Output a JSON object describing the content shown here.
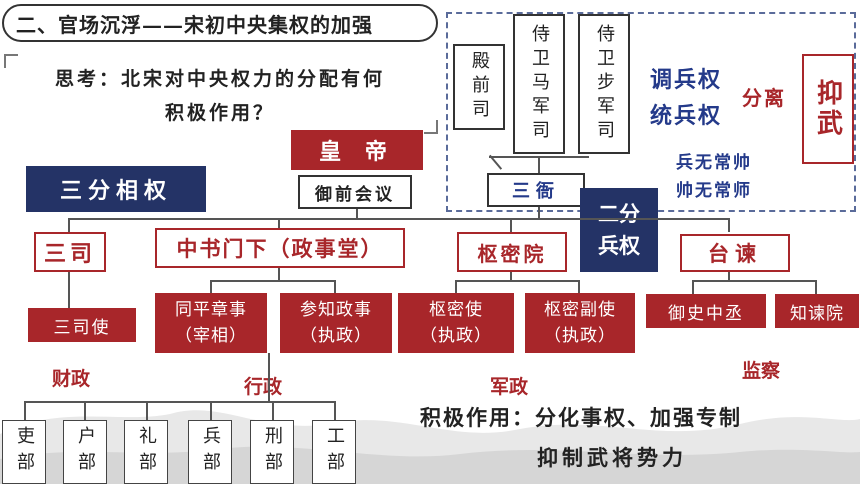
{
  "title": "二、官场沉浮——宋初中央集权的加强",
  "question": {
    "line1": "思考：北宋对中央权力的分配有何",
    "line2": "积极作用？"
  },
  "emperor": "皇 帝",
  "imperial_council": "御前会议",
  "three_divisions_label": "三分相权",
  "dual_military_label": "二分\n兵权",
  "top_right": {
    "boxes": [
      "殿前司",
      "侍卫马军司",
      "侍卫步军司"
    ],
    "sanya": "三衙",
    "diao": "调兵权",
    "tong": "统兵权",
    "fenli": "分离",
    "yiwu": "抑武",
    "line_a": "兵无常帅",
    "line_b": "帅无常师"
  },
  "agencies": {
    "sansi": "三司",
    "zhongshu": "中书门下（政事堂）",
    "shumi": "枢密院",
    "taijian": "台谏"
  },
  "officials": {
    "sansi_shi": "三司使",
    "tongping": "同平章事\n（宰相）",
    "canzhi": "参知政事\n（执政）",
    "shumi_shi": "枢密使\n（执政）",
    "shumi_fushi": "枢密副使\n（执政）",
    "yushi": "御史中丞",
    "zhijian": "知谏院"
  },
  "domains": {
    "finance": "财政",
    "admin": "行政",
    "military": "军政",
    "supervision": "监察"
  },
  "ministries": [
    "吏部",
    "户部",
    "礼部",
    "兵部",
    "刑部",
    "工部"
  ],
  "conclusion": {
    "line1": "积极作用：分化事权、加强专制",
    "line2": "抑制武将势力"
  },
  "colors": {
    "red": "#a8262a",
    "navy": "#243366",
    "blue_text": "#243a8a"
  }
}
